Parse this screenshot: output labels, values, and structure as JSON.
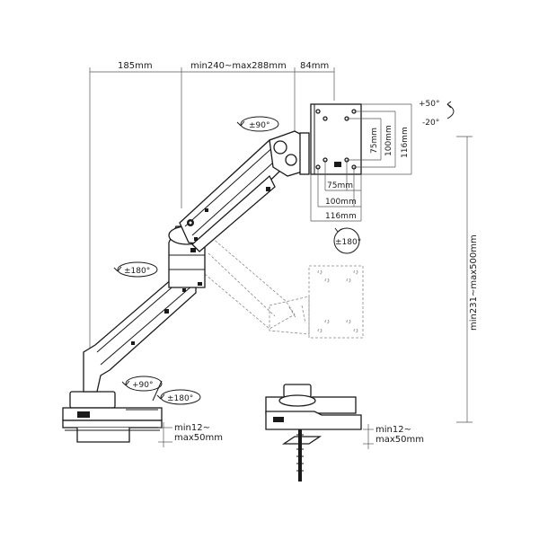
{
  "dimensions": {
    "top_left": "185mm",
    "top_mid": "min240~max288mm",
    "top_right": "84mm",
    "vesa_75_v": "75mm",
    "vesa_100_v": "100mm",
    "vesa_116_v": "116mm",
    "vesa_75_h": "75mm",
    "vesa_100_h": "100mm",
    "vesa_116_h": "116mm",
    "height_range": "min231~max500mm",
    "clamp_left_1": "min12~",
    "clamp_left_2": "max50mm",
    "clamp_right_1": "min12~",
    "clamp_right_2": "max50mm"
  },
  "rotations": {
    "elbow_top": "±90°",
    "tilt_up": "+50°",
    "tilt_down": "-20°",
    "rotate_screen": "±180°",
    "lower_arm": "±180°",
    "base_a": "+90°",
    "base_b": "±180°"
  },
  "colors": {
    "line": "#1a1a1a",
    "ghost": "#888888",
    "background": "#ffffff"
  }
}
